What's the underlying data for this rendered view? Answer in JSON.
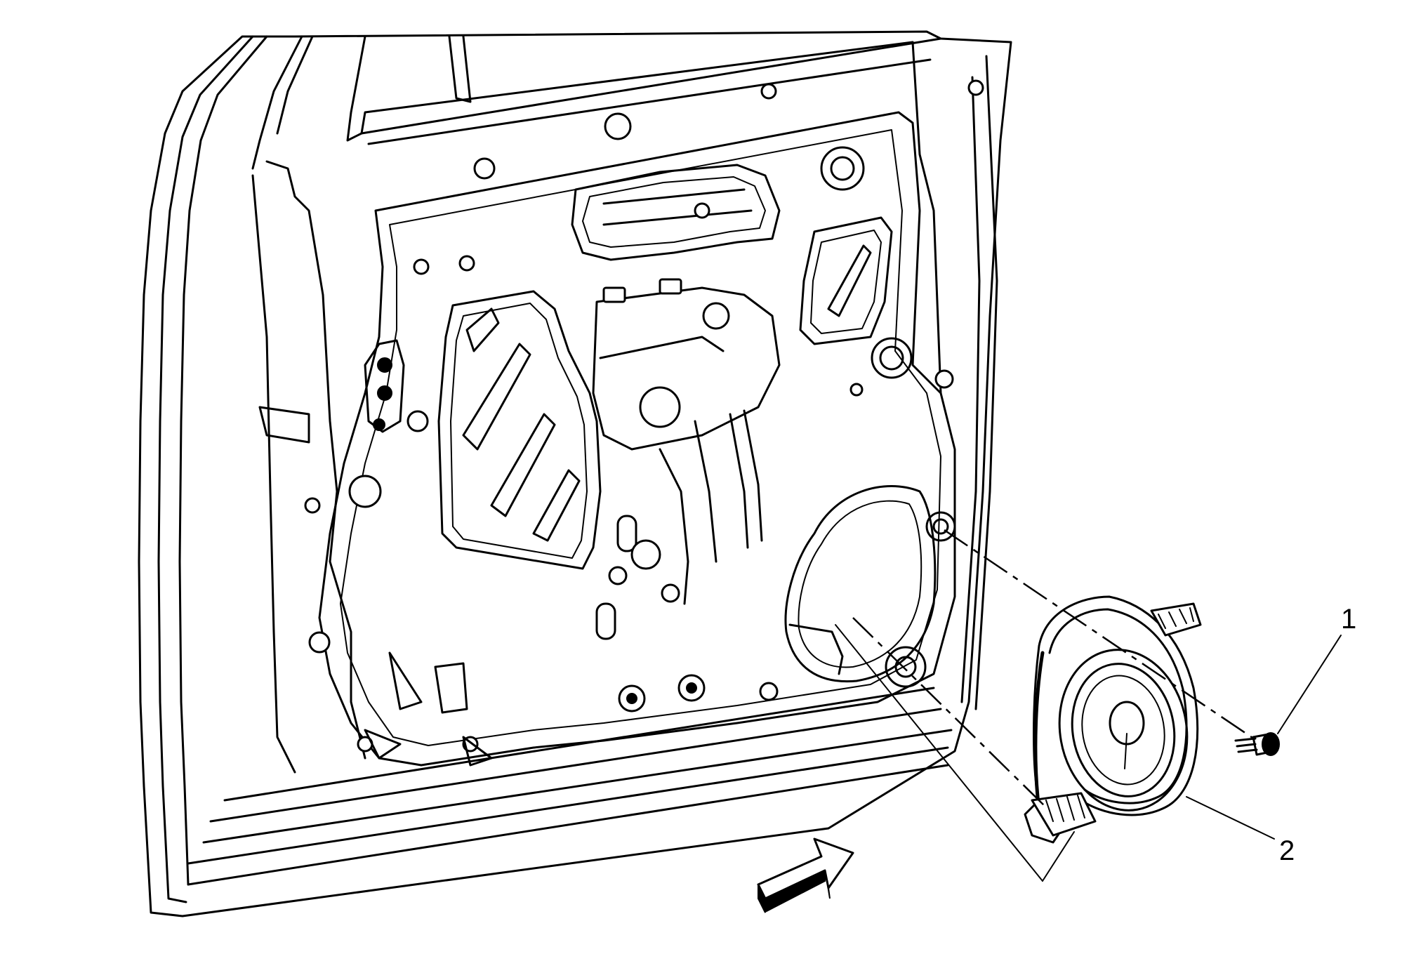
{
  "callouts": [
    {
      "number": "1",
      "part": "screw-fastener"
    },
    {
      "number": "2",
      "part": "radio-front-side-door-speaker"
    }
  ],
  "view_arrow": {
    "icon": "view-direction-arrow-icon"
  },
  "colors": {
    "line": "#000000",
    "background": "#ffffff"
  }
}
